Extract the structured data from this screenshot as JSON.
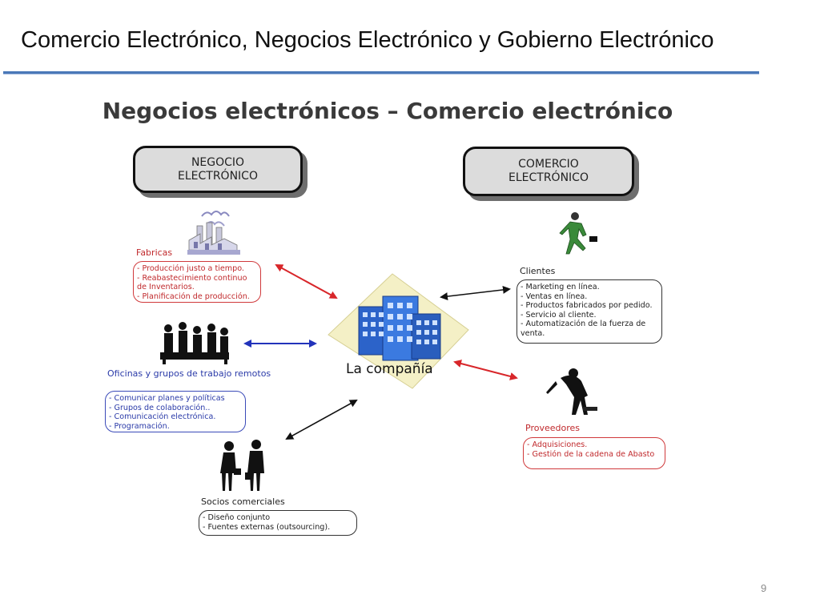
{
  "slide": {
    "title": "Comercio Electrónico, Negocios Electrónico y Gobierno Electrónico",
    "page_number": "9"
  },
  "diagram": {
    "heading": "Negocios electrónicos – Comercio electrónico",
    "negocio_pill": "NEGOCIO\nELECTRÓNICO",
    "comercio_pill": "COMERCIO\nELECTRÓNICO",
    "center_label": "La compañía",
    "fabricas": {
      "label": "Fabricas",
      "items": [
        "- Producción justo a tiempo.",
        "- Reabastecimiento continuo",
        "de Inventarios.",
        "- Planificación de producción."
      ]
    },
    "oficinas": {
      "label": "Oficinas y grupos de trabajo remotos",
      "items": [
        "- Comunicar planes y políticas",
        "- Grupos de colaboración..",
        "- Comunicación electrónica.",
        "- Programación."
      ]
    },
    "socios": {
      "label": "Socios comerciales",
      "items": [
        "- Diseño conjunto",
        "- Fuentes externas (outsourcing)."
      ]
    },
    "clientes": {
      "label": "Clientes",
      "items": [
        "- Marketing en línea.",
        "- Ventas en línea.",
        "- Productos fabricados por pedido.",
        "- Servicio al cliente.",
        "- Automatización de la fuerza de",
        "venta."
      ]
    },
    "proveedores": {
      "label": "Proveedores",
      "items": [
        "- Adquisiciones.",
        "- Gestión de la cadena de Abasto"
      ]
    }
  },
  "colors": {
    "title_rule": "#4a78b8",
    "red": "#c0292c",
    "blue": "#2a3aa8",
    "dark": "#222222",
    "pill_fill": "#dcdcdc"
  },
  "icons": [
    "factory-icon",
    "meeting-people-icon",
    "business-partners-icon",
    "running-businessman-icon",
    "bowing-businessman-icon",
    "office-buildings-icon"
  ]
}
